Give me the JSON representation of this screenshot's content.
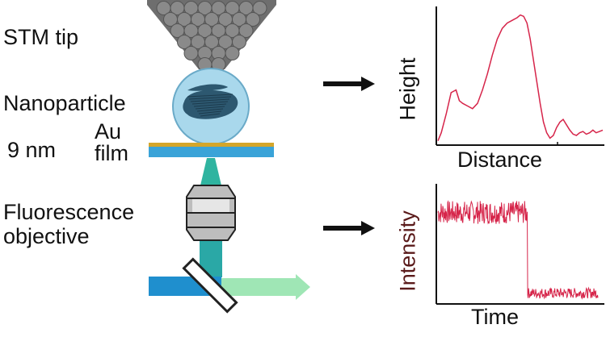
{
  "labels": {
    "stm_tip": "STM tip",
    "nanoparticle": "Nanoparticle",
    "film_thickness": "9 nm",
    "film_material_line1": "Au",
    "film_material_line2": "film",
    "objective_line1": "Fluorescence",
    "objective_line2": "objective"
  },
  "colors": {
    "tip": "#6e6e6e",
    "nanoparticle_fill": "#a9d8ec",
    "nanoparticle_core": "#2d5870",
    "gold_film": "#d4a62a",
    "substrate": "#3aa3d8",
    "excitation": "#1f8fce",
    "emission": "#9fe6b5",
    "trace": "#d6254a",
    "arrow": "#111111"
  },
  "chart_data": [
    {
      "type": "line",
      "xlabel": "Distance",
      "ylabel": "Height",
      "x": [
        0,
        0.02,
        0.05,
        0.08,
        0.11,
        0.13,
        0.15,
        0.18,
        0.21,
        0.24,
        0.27,
        0.3,
        0.33,
        0.36,
        0.39,
        0.42,
        0.45,
        0.48,
        0.5,
        0.52,
        0.54,
        0.56,
        0.58,
        0.6,
        0.62,
        0.64,
        0.66,
        0.68,
        0.7,
        0.72,
        0.74,
        0.76,
        0.78,
        0.8,
        0.82,
        0.84,
        0.86,
        0.88,
        0.9,
        0.92,
        0.94,
        0.96,
        0.98,
        1.0
      ],
      "y": [
        0.02,
        0.08,
        0.22,
        0.38,
        0.4,
        0.32,
        0.3,
        0.28,
        0.26,
        0.3,
        0.4,
        0.52,
        0.66,
        0.78,
        0.86,
        0.9,
        0.92,
        0.94,
        0.96,
        0.95,
        0.9,
        0.78,
        0.62,
        0.46,
        0.3,
        0.16,
        0.08,
        0.04,
        0.06,
        0.12,
        0.16,
        0.18,
        0.14,
        0.1,
        0.07,
        0.06,
        0.08,
        0.09,
        0.07,
        0.08,
        0.1,
        0.08,
        0.09,
        0.1
      ],
      "ylim": [
        0,
        1
      ]
    },
    {
      "type": "line",
      "xlabel": "Time",
      "ylabel": "Intensity",
      "high_level": 0.78,
      "low_level": 0.08,
      "switch_x": 0.56,
      "noise": 0.1,
      "ylim": [
        0,
        1
      ]
    }
  ]
}
